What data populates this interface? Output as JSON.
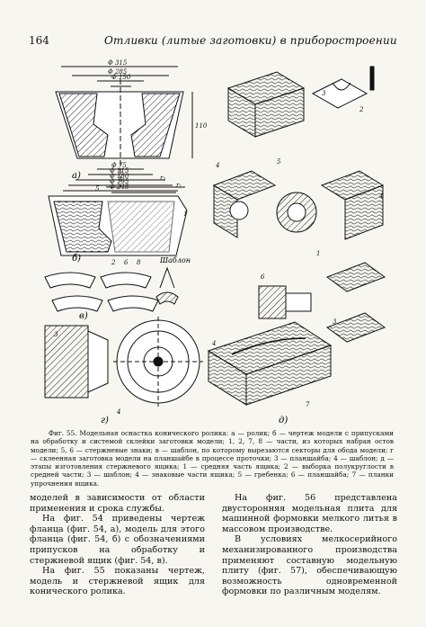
{
  "header": {
    "page_number": "164",
    "running_title": "Отливки (литые заготовки) в приборостроении"
  },
  "figure": {
    "sublabels": [
      "а)",
      "б)",
      "в)",
      "г)",
      "д)"
    ],
    "template_label": "Шаблон",
    "dimensions": [
      "Φ 315",
      "Φ 285",
      "Φ 150",
      "Φ 75",
      "Φ 115",
      "Φ 180",
      "Φ 195",
      "Φ 245",
      "110",
      "r₂",
      "r₁"
    ],
    "callouts_a": [
      "5",
      "1",
      "2",
      "6",
      "8"
    ],
    "callouts_d": [
      "3",
      "2",
      "4",
      "5",
      "4",
      "6",
      "1",
      "4",
      "7",
      "3"
    ]
  },
  "caption": "Фиг. 55. Модельная оснастка конического ролика: а — ролик; б — чертеж модели с припусками на обработку и системой склейки заготовки модели; 1, 2, 7, 8 — части, из которых набран остов модели; 5, 6 — стержневые знаки; в — шаблон, по которому вырезаются секторы для обода модели; г — склеенная заготовка модели на планшайбе в процессе проточки; 3 — планшайба; 4 — шаблон; д — этапы изготовления стержневого ящика; 1 — средняя часть ящика; 2 — выборка полукруглости в средней части; 3 — шаблон; 4 — знаковые части ящика; 5 — гребенка; 6 — планшайба; 7 — планки упрочнения ящика.",
  "body": {
    "left_p1": "моделей в зависимости от области применения и срока службы.",
    "left_p2": "На фиг. 54 приведены чертеж фланца (фиг. 54, а), модель для этого фланца (фиг. 54, б) с обозначениями припусков на обработку и стержневой ящик (фиг. 54, в).",
    "left_p3": "На фиг. 55 показаны чертеж, модель и стержневой ящик для конического ролика.",
    "right_p1": "На фиг. 56 представлена двусторонняя модельная плита для машинной формовки мелкого литья в массовом производстве.",
    "right_p2": "В условиях мелкосерийного механизированного производства применяют составную модельную плиту (фиг. 57), обеспечивающую возможность одновременной формовки по различным моделям."
  }
}
